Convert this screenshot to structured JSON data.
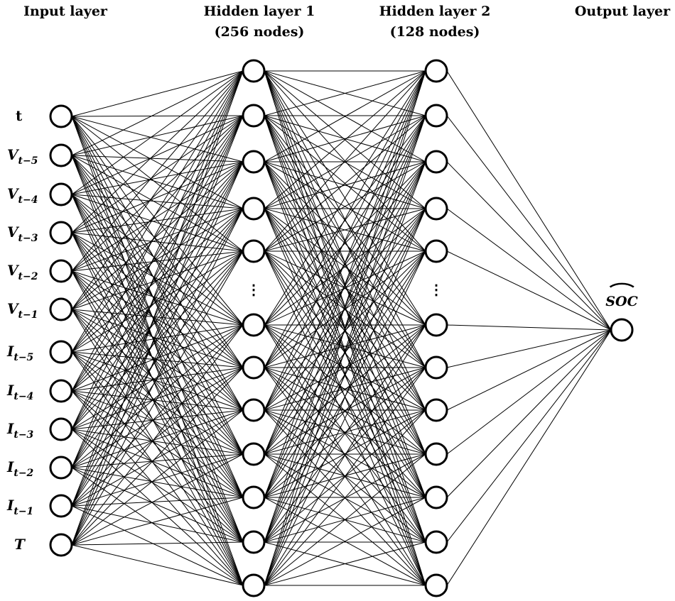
{
  "layers": {
    "input": {
      "title": "Input layer",
      "nodes": [
        {
          "label": "t",
          "sub": ""
        },
        {
          "label": "V",
          "sub": "t−5"
        },
        {
          "label": "V",
          "sub": "t−4"
        },
        {
          "label": "V",
          "sub": "t−3"
        },
        {
          "label": "V",
          "sub": "t−2"
        },
        {
          "label": "V",
          "sub": "t−1"
        },
        {
          "label": "I",
          "sub": "t−5"
        },
        {
          "label": "I",
          "sub": "t−4"
        },
        {
          "label": "I",
          "sub": "t−3"
        },
        {
          "label": "I",
          "sub": "t−2"
        },
        {
          "label": "I",
          "sub": "t−1"
        },
        {
          "label": "T",
          "sub": ""
        }
      ]
    },
    "hidden1": {
      "title_line1": "Hidden layer 1",
      "title_line2": "(256 nodes)",
      "ellipsis": "⋮"
    },
    "hidden2": {
      "title_line1": "Hidden layer 2",
      "title_line2": "(128 nodes)",
      "ellipsis": "⋮"
    },
    "output": {
      "title": "Output layer",
      "node_label": "SOC",
      "hat": "⌒"
    }
  }
}
